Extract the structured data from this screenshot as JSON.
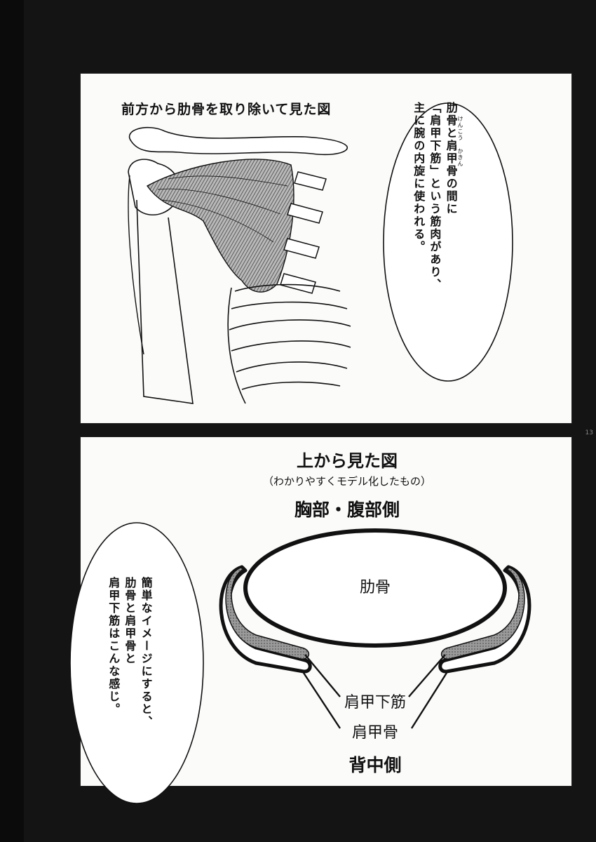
{
  "top_panel": {
    "caption": "前方から肋骨を取り除いて見た図",
    "bubble_text": "肋骨と肩甲骨の間に\n「肩甲下筋」という筋肉があり、\n主に腕の内旋に使われる。",
    "ruby_kenko": "けんこう",
    "ruby_kakin": "かきん"
  },
  "page_number": "13",
  "bottom_panel": {
    "title": "上から見た図",
    "subtitle": "（わかりやすくモデル化したもの）",
    "front_label": "胸部・腹部側",
    "rib_label": "肋骨",
    "muscle_label": "肩甲下筋",
    "scapula_label": "肩甲骨",
    "back_label": "背中側",
    "bubble_text": "簡単なイメージにすると、\n肋骨と肩甲骨と\n肩甲下筋はこんな感じ。"
  }
}
